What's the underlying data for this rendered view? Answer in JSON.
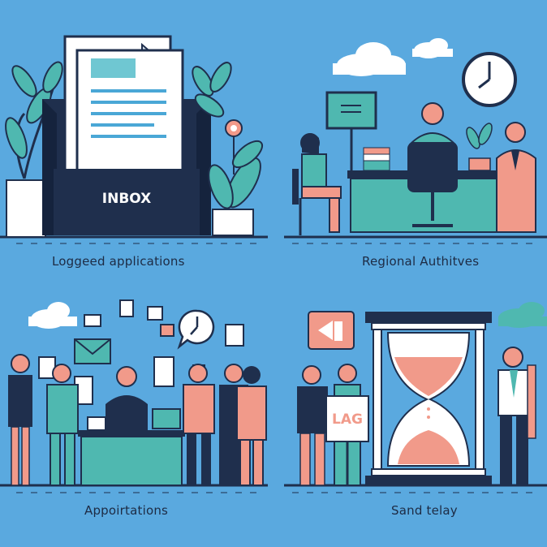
{
  "panels": {
    "top_left": {
      "caption": "Loggeed applications",
      "box_label": "INBOX"
    },
    "top_right": {
      "caption": "Regional Authitves"
    },
    "bottom_left": {
      "caption": "Appoirtations"
    },
    "bottom_right": {
      "caption": "Sand telay",
      "sign_label": "LAG"
    }
  },
  "colors": {
    "background": "#5aa9df",
    "navy": "#1f2f4d",
    "teal": "#4fb8b0",
    "salmon": "#f19a8a",
    "white": "#ffffff"
  },
  "icons": [
    "document-icon",
    "plant-icon",
    "flower-icon",
    "clock-icon",
    "cloud-icon",
    "hourglass-icon",
    "arrow-sign-icon",
    "envelope-icon"
  ]
}
